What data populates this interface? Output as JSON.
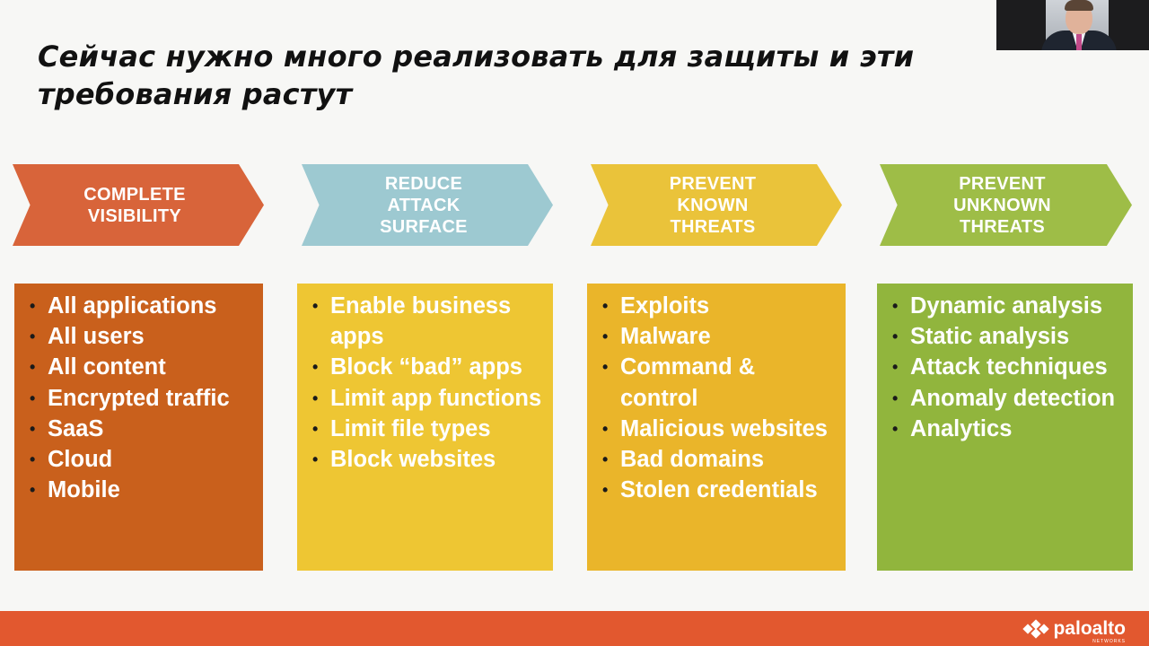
{
  "slide": {
    "title": "Сейчас нужно много реализовать для защиты и эти требования растут"
  },
  "columns": [
    {
      "header": "COMPLETE\nVISIBILITY",
      "chevron_color": "#d8643a",
      "box_color": "#c9601c",
      "items": [
        "All applications",
        "All users",
        "All content",
        "Encrypted traffic",
        "SaaS",
        "Cloud",
        "Mobile"
      ]
    },
    {
      "header": "REDUCE\nATTACK\nSURFACE",
      "chevron_color": "#9dc9d1",
      "box_color": "#eec633",
      "items": [
        "Enable business apps",
        "Block “bad” apps",
        "Limit app functions",
        "Limit file types",
        "Block websites"
      ]
    },
    {
      "header": "PREVENT\nKNOWN\nTHREATS",
      "chevron_color": "#eac33a",
      "box_color": "#eab52a",
      "items": [
        "Exploits",
        "Malware",
        "Command & control",
        "Malicious websites",
        "Bad domains",
        "Stolen credentials"
      ]
    },
    {
      "header": "PREVENT\nUNKNOWN\nTHREATS",
      "chevron_color": "#9ebd47",
      "box_color": "#91b53d",
      "items": [
        "Dynamic analysis",
        "Static analysis",
        "Attack techniques",
        "Anomaly detection",
        "Analytics"
      ]
    }
  ],
  "footer": {
    "brand": "paloalto",
    "brand_sub": "NETWORKS",
    "color": "#e2582f"
  }
}
